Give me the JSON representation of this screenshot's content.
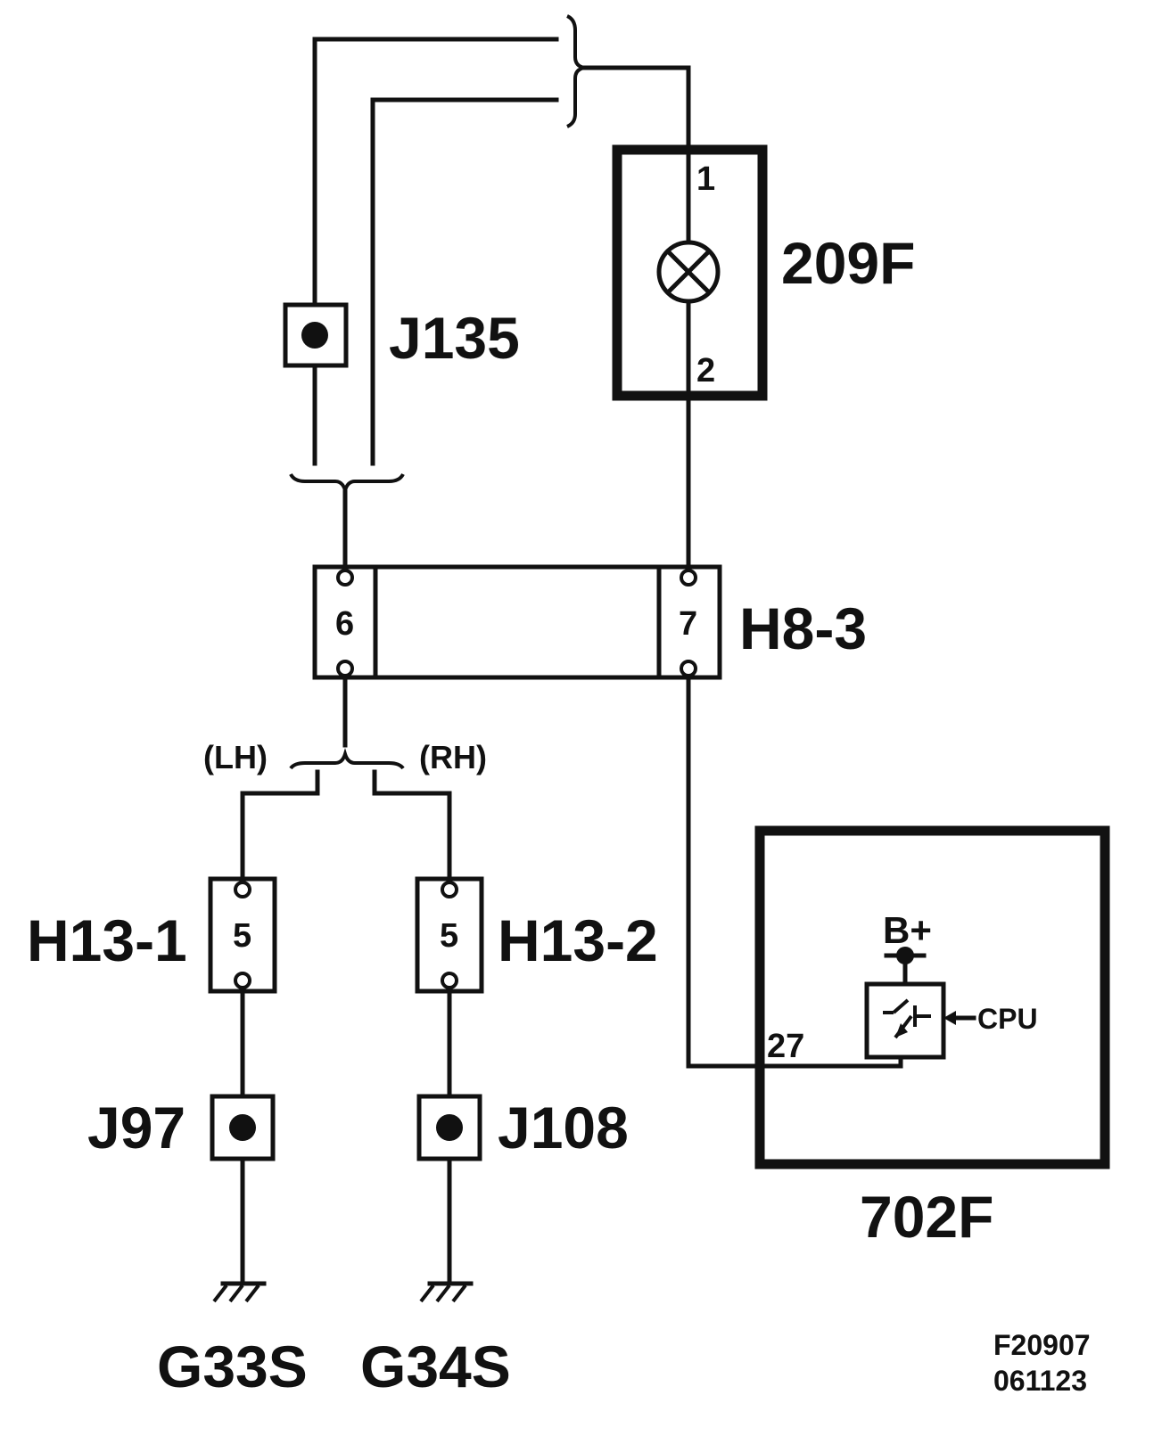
{
  "components": {
    "lamp": {
      "id": "209F",
      "pin_top": "1",
      "pin_bottom": "2"
    },
    "splice_top": {
      "id": "J135"
    },
    "connector_main": {
      "id": "H8-3",
      "pin_left": "6",
      "pin_right": "7"
    },
    "connector_left": {
      "id": "H13-1",
      "pin": "5"
    },
    "connector_right": {
      "id": "H13-2",
      "pin": "5"
    },
    "splice_left": {
      "id": "J97"
    },
    "splice_right": {
      "id": "J108"
    },
    "ground_left": {
      "id": "G33S"
    },
    "ground_right": {
      "id": "G34S"
    },
    "control_module": {
      "id": "702F",
      "pin": "27",
      "supply": "B+",
      "input": "CPU"
    }
  },
  "branch_labels": {
    "left": "(LH)",
    "right": "(RH)"
  },
  "figure_ref": {
    "code": "F20907",
    "date": "061123"
  }
}
